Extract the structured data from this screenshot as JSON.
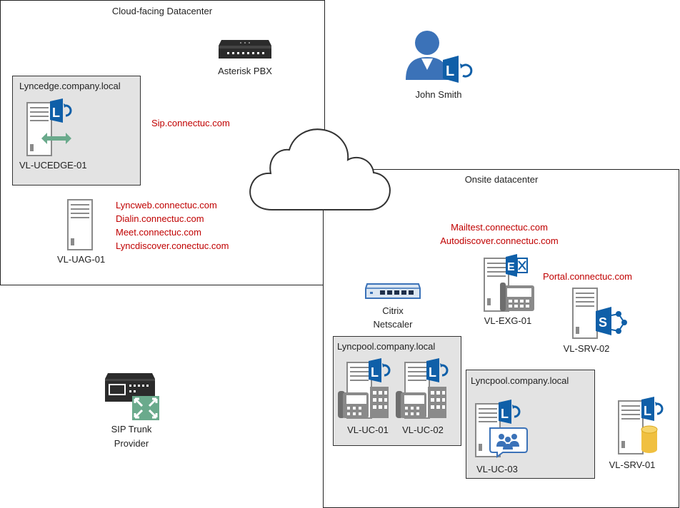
{
  "zones": {
    "cloud_dc": "Cloud-facing Datacenter",
    "onsite_dc": "Onsite datacenter",
    "edge_pool": "Lyncedge.company.local",
    "pool1": "Lyncpool.company.local",
    "pool2": "Lyncpool.company.local"
  },
  "nodes": {
    "asterisk": "Asterisk PBX",
    "user": "John Smith",
    "edge": "VL-UCEDGE-01",
    "uag": "VL-UAG-01",
    "citrix_line1": "Citrix",
    "citrix_line2": "Netscaler",
    "exg": "VL-EXG-01",
    "srv02": "VL-SRV-02",
    "uc01": "VL-UC-01",
    "uc02": "VL-UC-02",
    "uc03": "VL-UC-03",
    "srv01": "VL-SRV-01",
    "sip_line1": "SIP Trunk",
    "sip_line2": "Provider"
  },
  "dns": {
    "sip": "Sip.connectuc.com",
    "lyncweb": "Lyncweb.connectuc.com",
    "dialin": "Dialin.connectuc.com",
    "meet": "Meet.connectuc.com",
    "lyncdiscover": "Lyncdiscover.conectuc.com",
    "mailtest": "Mailtest.connectuc.com",
    "autodiscover": "Autodiscover.connectuc.com",
    "portal": "Portal.connectuc.com"
  },
  "colors": {
    "lync_blue": "#0f5fa8",
    "dns_red": "#c00000",
    "server_gray": "#8a8a8a",
    "pool_fill": "#e3e3e3",
    "arrow_green": "#6aaa8c",
    "db_yellow": "#f0c040"
  }
}
